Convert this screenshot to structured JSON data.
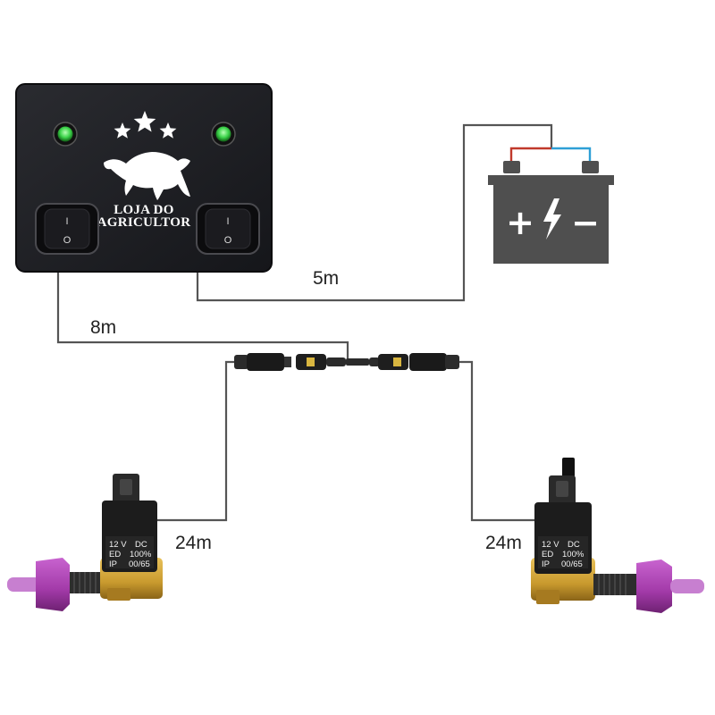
{
  "control_box": {
    "brand_line1": "LOJA DO",
    "brand_line2": "AGRICULTOR",
    "switch_on_symbol": "I",
    "switch_off_symbol": "O"
  },
  "battery": {
    "plus": "+",
    "minus": "−",
    "terminal_colors": {
      "positive": "#c0392b",
      "negative": "#2e9fd6"
    }
  },
  "cables": {
    "battery_cable": "5m",
    "main_cable": "8m",
    "left_valve_cable": "24m",
    "right_valve_cable": "24m"
  },
  "valve_label": {
    "line1_left": "12 V",
    "line1_right": "DC",
    "line2_left": "ED",
    "line2_right": "100%",
    "line3_left": "IP",
    "line3_right": "00/65"
  },
  "colors": {
    "box": "#1d1e22",
    "led": "#3cd34a",
    "nozzle": "#a23aa8",
    "brass": "#c99a2e"
  }
}
